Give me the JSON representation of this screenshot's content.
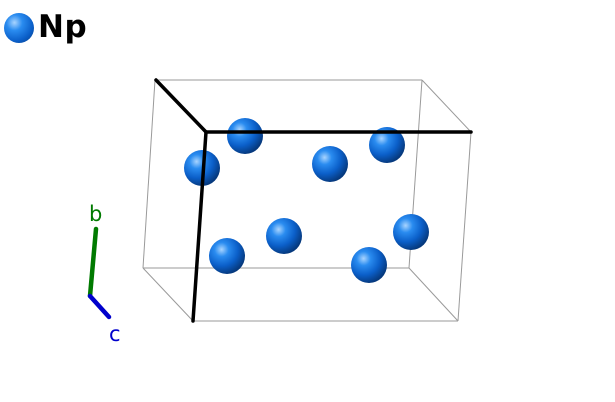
{
  "legend": {
    "element": "Np",
    "color": "#1c7ee8"
  },
  "axes": {
    "b": {
      "label": "b",
      "color": "#007a00"
    },
    "c": {
      "label": "c",
      "color": "#0000cc"
    }
  },
  "atom_color": "#1c7ee8",
  "cell_edge_color": "#9a9a9a",
  "highlight_edge_color": "#000000"
}
